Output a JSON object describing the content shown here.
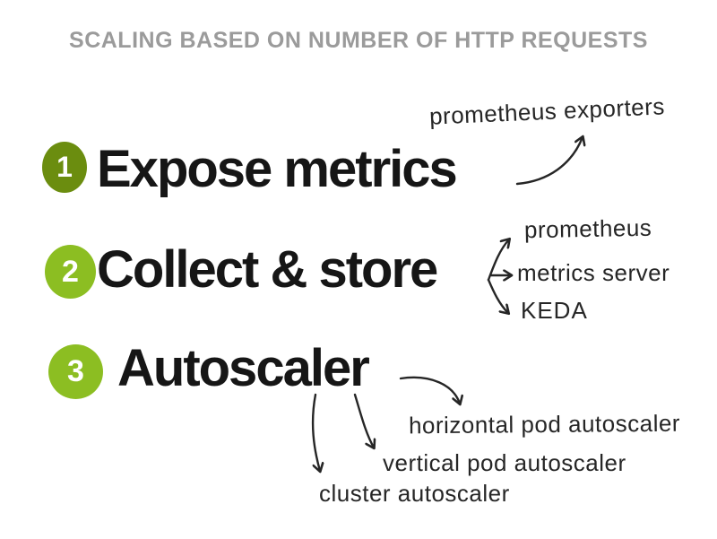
{
  "title": "SCALING BASED ON NUMBER OF HTTP REQUESTS",
  "colors": {
    "background": "#ffffff",
    "title_text": "#9b9b9b",
    "heading_text": "#161616",
    "ink": "#262626",
    "badge_1": "#6b8d0f",
    "badge_2": "#8cbe22",
    "badge_3": "#8cbe22",
    "badge_number": "#ffffff"
  },
  "steps": [
    {
      "number": "1",
      "label": "Expose metrics",
      "annotations": [
        "prometheus exporters"
      ]
    },
    {
      "number": "2",
      "label": "Collect & store",
      "annotations": [
        "prometheus",
        "metrics server",
        "KEDA"
      ]
    },
    {
      "number": "3",
      "label": "Autoscaler",
      "annotations": [
        "horizontal pod autoscaler",
        "vertical pod autoscaler",
        "cluster autoscaler"
      ]
    }
  ]
}
